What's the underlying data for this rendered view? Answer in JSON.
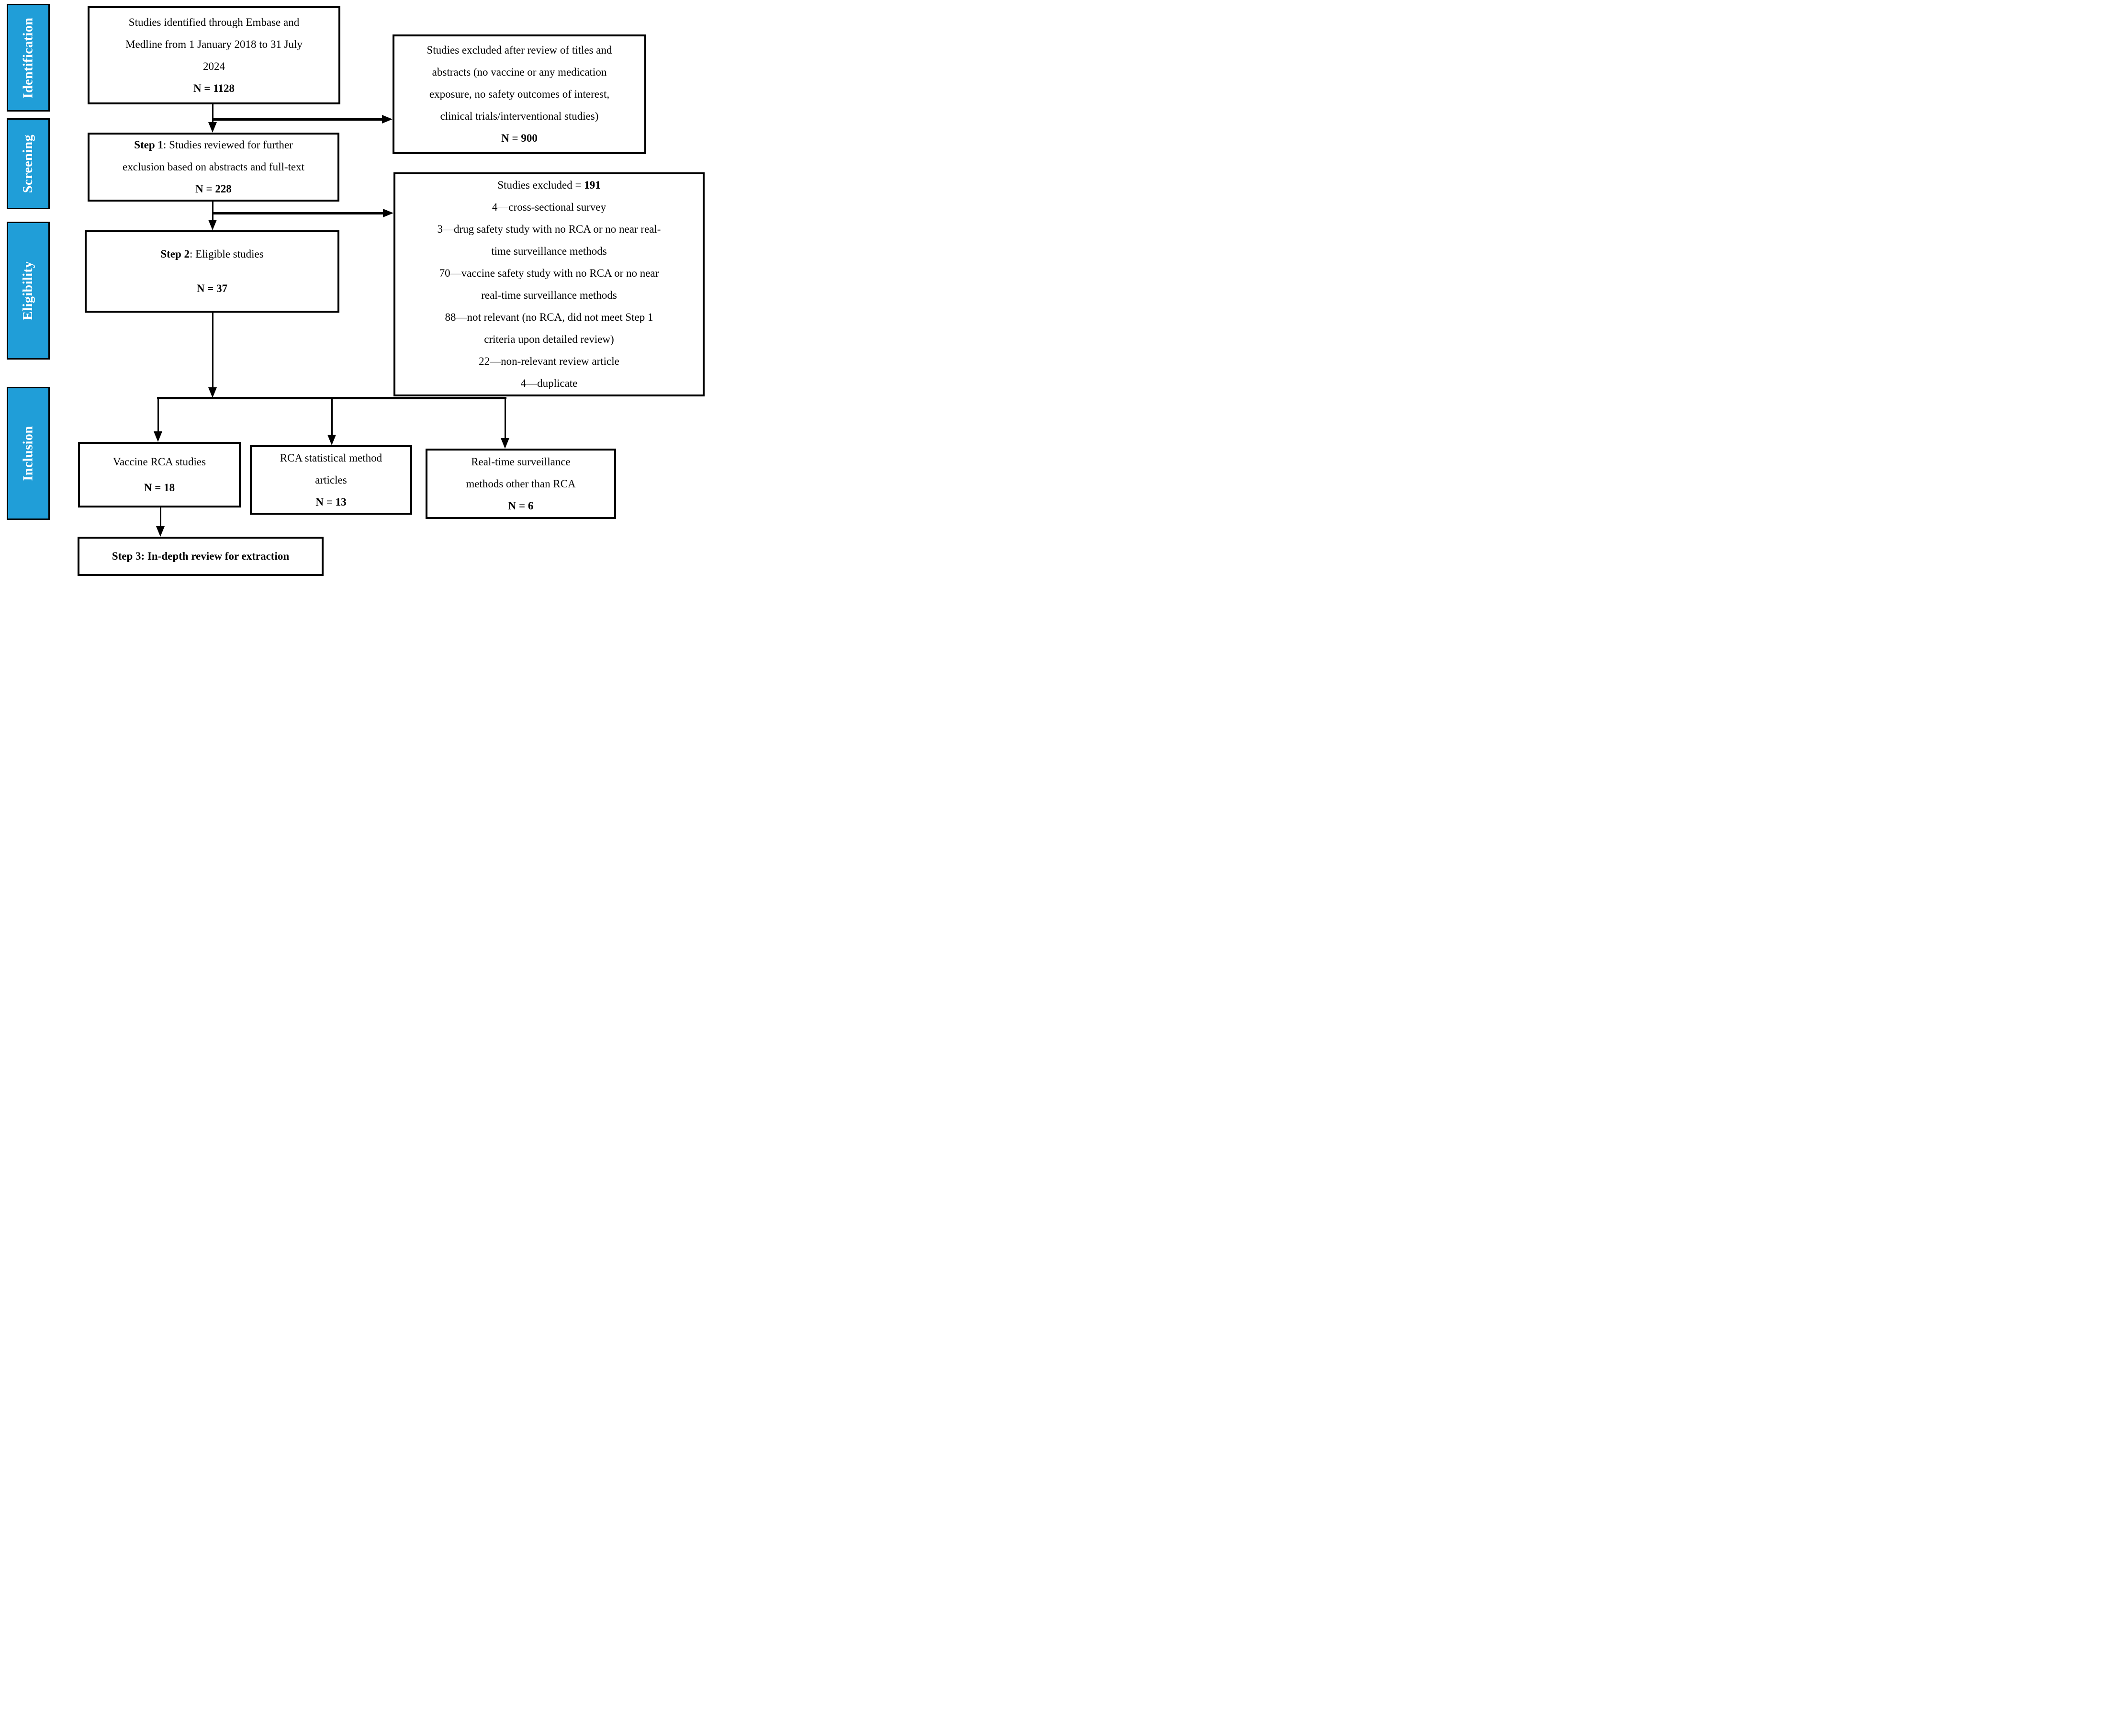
{
  "palette": {
    "sidebar_blue": "#209ED8",
    "bar_text_white": "#FFFFFF",
    "line_black": "#000000",
    "box_bg": "#FFFFFF"
  },
  "sidebar": {
    "items": [
      {
        "label": "Identification"
      },
      {
        "label": "Screening"
      },
      {
        "label": "Eligibility"
      },
      {
        "label": "Inclusion"
      }
    ]
  },
  "boxes": {
    "identified": {
      "lines": [
        "Studies identified through Embase and",
        "Medline from 1 January 2018 to 31 July",
        "2024"
      ],
      "n": "N = 1128"
    },
    "excluded_titles": {
      "lines": [
        "Studies excluded after review of titles and",
        "abstracts (no vaccine or any medication",
        "exposure, no safety outcomes of interest,",
        "clinical trials/interventional studies)"
      ],
      "n": "N = 900"
    },
    "step1": {
      "step_label": "Step 1",
      "title_rest": ": Studies reviewed for further",
      "line2": "exclusion based on abstracts and full-text",
      "n": "N = 228"
    },
    "excluded_191": {
      "head_text": "Studies excluded = ",
      "head_value": "191",
      "lines": [
        "4—cross-sectional survey",
        "3—drug safety study with no RCA or no near real-",
        "time surveillance methods",
        "70—vaccine safety study with no RCA or no near",
        "real-time surveillance methods",
        "88—not relevant (no RCA, did not meet Step 1",
        "criteria upon detailed review)",
        "22—non-relevant review article",
        "4—duplicate"
      ]
    },
    "step2": {
      "step_label": "Step 2",
      "title_rest": ": Eligible studies",
      "n": "N = 37"
    },
    "vaccine_rca": {
      "line1": "Vaccine RCA studies",
      "n": "N = 18"
    },
    "rca_methods": {
      "line1": "RCA statistical method",
      "line2": "articles",
      "n": "N = 13"
    },
    "realtime": {
      "line1": "Real-time surveillance",
      "line2": "methods other than RCA",
      "n": "N = 6"
    },
    "step3": {
      "label": "Step 3: In-depth review for extraction"
    }
  }
}
